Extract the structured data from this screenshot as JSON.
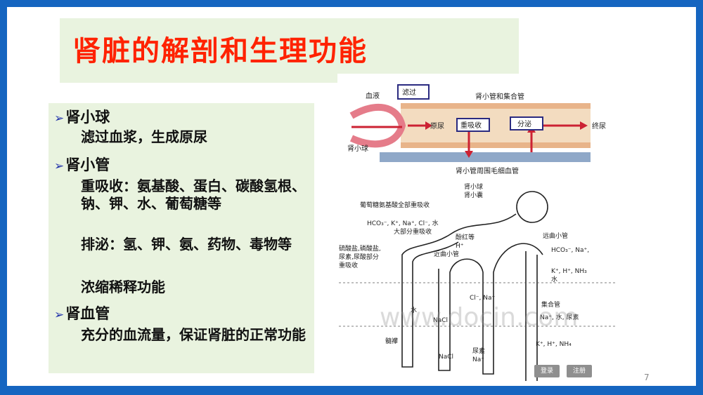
{
  "title": "肾脏的解剖和生理功能",
  "bullets": [
    {
      "label": "肾小球",
      "lines": [
        "滤过血浆，生成原尿"
      ]
    },
    {
      "label": "肾小管",
      "lines": [
        "重吸收：氨基酸、蛋白、碳酸氢根、钠、钾、水、葡萄糖等",
        "排泌：氢、钾、氨、药物、毒物等",
        "浓缩稀释功能"
      ]
    },
    {
      "label": "肾血管",
      "lines": [
        "充分的血流量，保证肾脏的正常功能"
      ]
    }
  ],
  "diagram_top": {
    "blood": "血液",
    "filter": "滤过",
    "tubule_duct": "肾小管和集合管",
    "glomerulus": "肾小球",
    "primary_urine": "原尿",
    "reabsorb": "重吸收",
    "secrete": "分泌",
    "final_urine": "终尿",
    "capillary": "肾小管周围毛细血管"
  },
  "diagram_bottom": {
    "glomerulus": "肾小球",
    "capsule": "肾小囊",
    "reabsorb_all": "葡萄糖氨基酸全部重吸收",
    "ions": "HCO₃⁻, K⁺, Na⁺, Cl⁻, 水",
    "mostly": "大部分重吸收",
    "phenol": "酚红等",
    "h_ion": "H⁺",
    "proximal": "近曲小管",
    "sulfate": "硫酸盐,磷酸盐,",
    "urea_part": "尿素,尿酸部分",
    "reabsorb": "重吸收",
    "distal": "远曲小管",
    "hco3_na": "HCO₃⁻, Na⁺,",
    "k_h_nh3": "K⁺, H⁺, NH₃",
    "water": "水",
    "cl_na": "Cl⁻, Na⁺",
    "collecting": "集合管",
    "water2": "水",
    "nacl1": "NaCl",
    "na_water_urea": "Na⁺, 水, 尿素",
    "medulla": "髓襻",
    "nacl2": "NaCl",
    "urea": "尿素",
    "na2": "Na⁺",
    "k_h_nh4": "K⁺, H⁺, NH₄"
  },
  "watermark": "www.docin.com",
  "buttons": {
    "login": "登录",
    "register": "注册"
  },
  "page_number": "7",
  "colors": {
    "title": "#ff2200",
    "frame": "#1565c0",
    "panel": "#e9f3df",
    "bullet_arrow": "#2233aa"
  }
}
